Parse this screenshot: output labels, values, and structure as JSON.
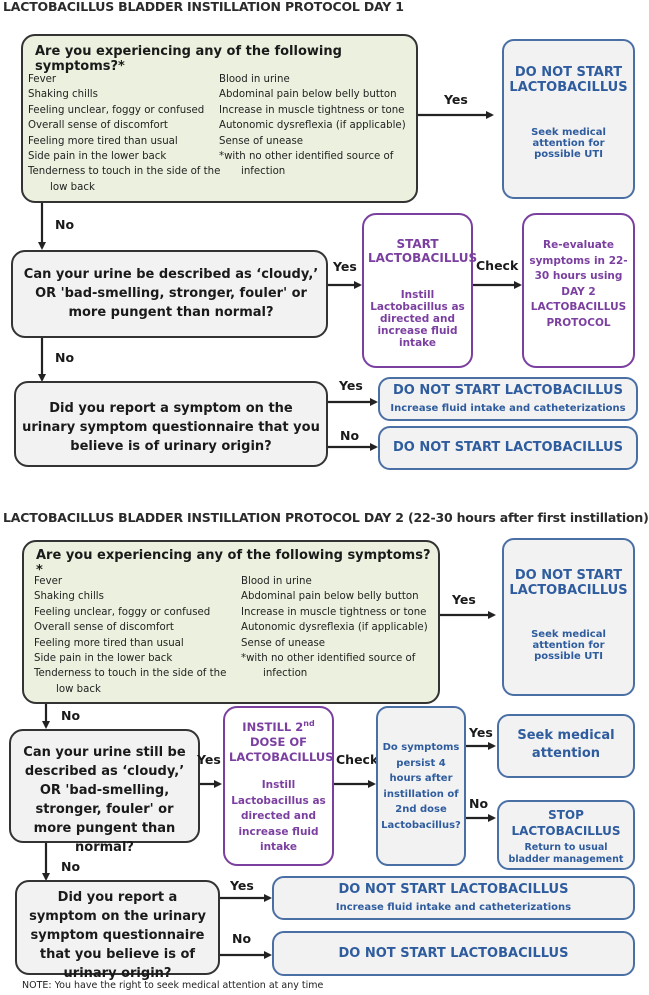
{
  "day1": {
    "title": "LACTOBACILLUS BLADDER INSTILLATION PROTOCOL DAY 1",
    "question1": "Are you experiencing any of  the following symptoms?*",
    "symptoms_left": [
      "Fever",
      "Shaking chills",
      "Feeling unclear, foggy or confused",
      "Overall sense of discomfort",
      "Feeling more tired than usual",
      "Side pain in the lower back",
      "Tenderness to touch in the side of the",
      "low back"
    ],
    "symptoms_right": [
      "Blood in urine",
      "Abdominal pain below belly button",
      "Increase in muscle tightness or tone",
      "Autonomic dysreflexia (if applicable)",
      "Sense of unease",
      "*with no other identified source of",
      "infection"
    ],
    "box1_title": "DO NOT START LACTOBACILLUS",
    "box1_sub": "Seek medical attention for possible UTI",
    "question2": "Can your urine be described as ‘cloudy,’ OR 'bad-smelling, stronger, fouler' or more pungent than normal?",
    "start_title": "START LACTOBACILLUS",
    "start_sub": "Instill Lactobacillus as directed and increase fluid intake",
    "reeval": "Re-evaluate symptoms in 22-30 hours using DAY 2 LACTOBACILLUS PROTOCOL",
    "question3": "Did you report a symptom on the urinary symptom questionnaire that you believe is of urinary origin?",
    "box_yes_title": "DO NOT START LACTOBACILLUS",
    "box_yes_sub": "Increase fluid intake and catheterizations",
    "box_no_title": "DO NOT START LACTOBACILLUS"
  },
  "day2": {
    "title": "LACTOBACILLUS BLADDER INSTILLATION PROTOCOL DAY 2 (22-30 hours after first instillation)",
    "question1": "Are you experiencing any of  the following symptoms?*",
    "symptoms_left": [
      "Fever",
      "Shaking chills",
      "Feeling unclear, foggy or confused",
      "Overall sense of discomfort",
      "Feeling more tired than usual",
      "Side pain in the lower back",
      "Tenderness to touch in the side of the",
      "low back"
    ],
    "symptoms_right": [
      "Blood in urine",
      "Abdominal pain below belly button",
      "Increase in muscle tightness or tone",
      "Autonomic dysreflexia (if applicable)",
      "Sense of unease",
      "*with no other identified source of",
      "infection"
    ],
    "box1_title": "DO NOT START LACTOBACILLUS",
    "box1_sub": "Seek medical attention for possible UTI",
    "question2": "Can your urine still be described as ‘cloudy,’ OR 'bad-smelling, stronger, fouler' or more pungent than normal?",
    "dose_title_a": "INSTILL 2",
    "dose_title_sup": "nd",
    "dose_title_b": "DOSE OF LACTOBACILLUS",
    "dose_sub": "Instill Lactobacillus as directed and increase fluid intake",
    "persist": "Do symptoms persist 4 hours after instillation of 2nd dose Lactobacillus?",
    "seek": "Seek medical attention",
    "stop_title": "STOP LACTOBACILLUS",
    "stop_sub": "Return to usual bladder management",
    "question3": "Did you report a symptom on the urinary symptom questionnaire that you believe is of urinary origin?",
    "box_yes_title": "DO NOT START LACTOBACILLUS",
    "box_yes_sub": "Increase fluid intake and catheterizations",
    "box_no_title": "DO NOT START LACTOBACILLUS"
  },
  "labels": {
    "yes": "Yes",
    "no": "No",
    "check": "Check"
  },
  "note": "NOTE: You have the right to seek medical attention at any time",
  "colors": {
    "green_fill": "#ebf1de",
    "blue_border": "#4a6fa5",
    "blue_text": "#2e5c9e",
    "purple": "#7b3fa0",
    "grey_fill": "#f2f2f2"
  }
}
